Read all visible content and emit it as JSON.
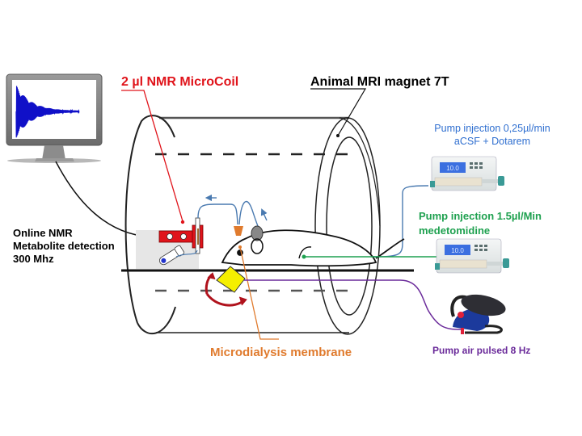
{
  "labels": {
    "microcoil": "2 µl NMR MicroCoil",
    "magnet": "Animal MRI magnet 7T",
    "nmr_detection": [
      "Online NMR",
      "Metabolite detection",
      "300 Mhz"
    ],
    "pump1": [
      "Pump injection 0,25µl/min",
      "aCSF + Dotarem"
    ],
    "pump2": [
      "Pump injection 1.5µl/Min",
      "medetomidine"
    ],
    "membrane": "Microdialysis membrane",
    "air_pump": "Pump air pulsed 8 Hz"
  },
  "colors": {
    "microcoil": "#e0141b",
    "magnet": "#000000",
    "pump1": "#2f6fd0",
    "pump2": "#1fa150",
    "membrane": "#e07b2e",
    "air_pump": "#6a2a9a",
    "tubing": "#4a7ab0",
    "rotation_arrow": "#b0121c",
    "membrane_fill": "#f5ef00"
  },
  "monitor": {
    "signal": "NMR FID decay"
  },
  "pump_display": {
    "reading": "10.0"
  }
}
